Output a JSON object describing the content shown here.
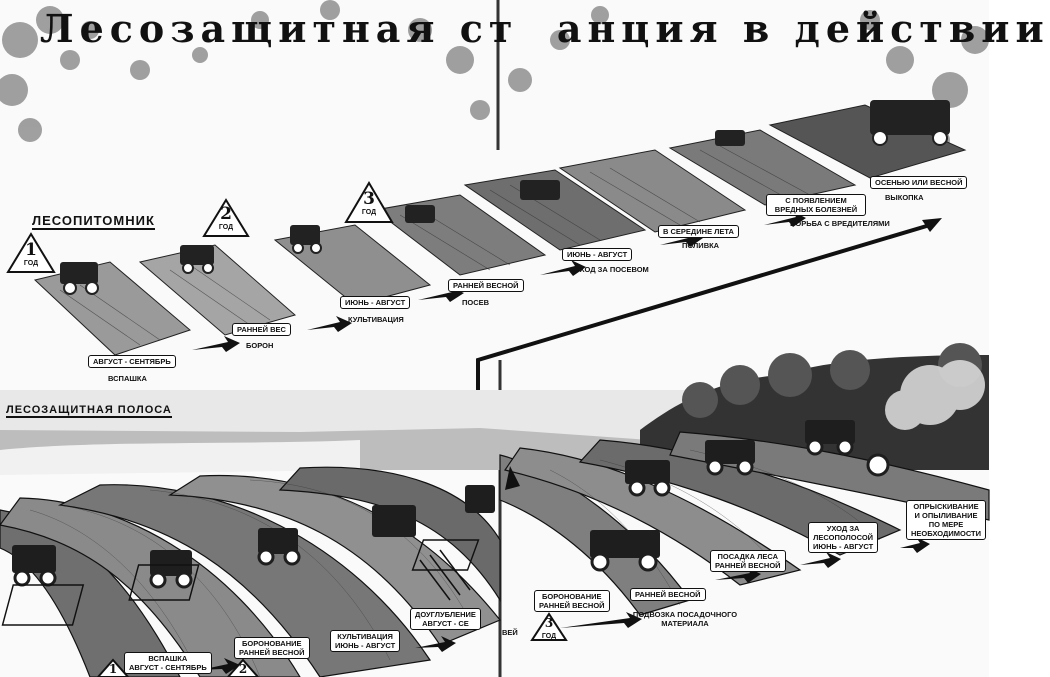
{
  "title": "Лесозащитная  ст  анция  в  действии",
  "nursery": {
    "heading": "ЛЕСОПИТОМНИК",
    "year1": {
      "num": "1",
      "word": "ГОД"
    },
    "year2": {
      "num": "2",
      "word": "ГОД"
    },
    "year3": {
      "num": "3",
      "word": "ГОД"
    },
    "steps": [
      {
        "date": "АВГУСТ - СЕНТЯБРЬ",
        "caption": "ВСПАШКА"
      },
      {
        "date": "РАННЕЙ ВЕС",
        "caption": "БОРОН"
      },
      {
        "date": "ИЮНЬ - АВГУСТ",
        "caption": "КУЛЬТИВАЦИЯ"
      },
      {
        "date": "РАННЕЙ ВЕСНОЙ",
        "caption": "ПОСЕВ"
      },
      {
        "date": "ИЮНЬ - АВГУСТ",
        "caption": "УХОД ЗА ПОСЕВОМ"
      },
      {
        "date": "В СЕРЕДИНЕ ЛЕТА",
        "caption": "ПОЛИВКА"
      },
      {
        "date": "С ПОЯВЛЕНИЕМ ВРЕДНЫХ БОЛЕЗНЕЙ",
        "caption": "БОРЬБА С ВРЕДИТЕЛЯМИ"
      },
      {
        "date": "ОСЕНЬЮ или ВЕСНОЙ",
        "caption": "ВЫКОПКА"
      }
    ]
  },
  "belt": {
    "heading": "ЛЕСОЗАЩИТНАЯ ПОЛОСА",
    "year1": {
      "num": "1"
    },
    "year2": {
      "num": "2"
    },
    "year3": {
      "num": "3",
      "word": "ГОД"
    },
    "steps": [
      {
        "line1": "ВСПАШКА",
        "line2": "АВГУСТ - СЕНТЯБРЬ"
      },
      {
        "line1": "БОРОНОВАНИЕ",
        "line2": "РАННЕЙ ВЕСНОЙ"
      },
      {
        "line1": "КУЛЬТИВАЦИЯ",
        "line2": "ИЮНЬ - АВГУСТ"
      },
      {
        "line1": "ДОУГЛУБЛЕНИЕ",
        "line2": "АВГУСТ - СЕ"
      },
      {
        "line1": "БОРОНОВАНИЕ",
        "line2": "РАННЕЙ ВЕСНОЙ"
      },
      {
        "line1": "РАННЕЙ ВЕСНОЙ",
        "line2": ""
      },
      {
        "line1": "ПОСАДКА ЛЕСА",
        "line2": "РАННЕЙ ВЕСНОЙ"
      },
      {
        "line1": "УХОД ЗА",
        "line2": "ЛЕСОПОЛОСОЙ",
        "line3": "ИЮНЬ - АВГУСТ"
      },
      {
        "line1": "ОПРЫСКИВАНИЕ",
        "line2": "И ОПЫЛИВАНИЕ",
        "line3": "ПО МЕРЕ",
        "line4": "НЕОБХОДИМОСТИ"
      }
    ],
    "delivery_caption": "ПОДВОЗКА ПОСАДОЧНОГО МАТЕРИАЛА",
    "fragment": "ВЕЙ"
  }
}
